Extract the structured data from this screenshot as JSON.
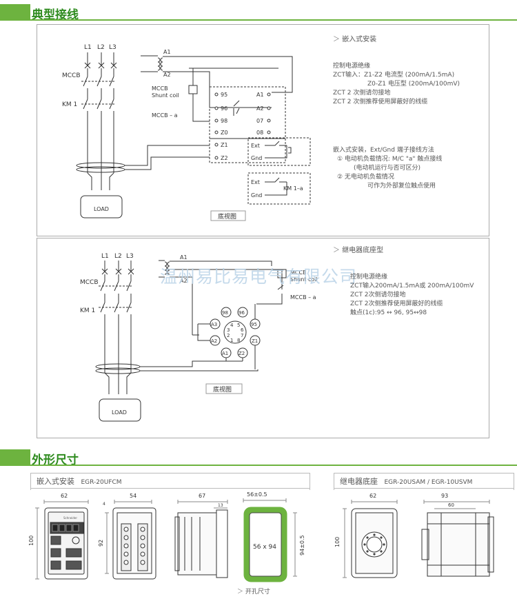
{
  "section1": {
    "title": "典型接线"
  },
  "section2": {
    "title": "外形尺寸"
  },
  "watermark": "温州易比易电气有限公司",
  "diagram1": {
    "phases": [
      "L1",
      "L2",
      "L3"
    ],
    "mccb": "MCCB",
    "km1": "KM 1",
    "load": "LOAD",
    "a1": "A1",
    "a2": "A2",
    "shunt1": "MCCB",
    "shunt2": "Shunt coil",
    "mccb_a": "MCCB – a",
    "terms_left": [
      "95",
      "96",
      "98",
      "Z0",
      "Z1",
      "Z2"
    ],
    "terms_right": [
      "A1",
      "A2",
      "07",
      "08"
    ],
    "ext": "Ext",
    "gnd": "Gnd",
    "ext2": "Ext",
    "gnd2": "Gnd",
    "km1a": "KM 1–a",
    "bottom_view": "底视图",
    "notes_title": "嵌入式安装",
    "notes": [
      "控制电源绝缘",
      "ZCT输入：Z1-Z2  电流型 (200mA/1.5mA)",
      "Z0-Z1  电压型 (200mA/100mV)",
      "ZCT 2 次侧请勿接地",
      "ZCT 2 次侧推荐使用屏蔽好的线缆",
      "嵌入式安装，Ext/Gnd 端子接线方法",
      "① 电动机负载情况: M/C \"a\" 触点接线",
      "(电动机运行与否可区分)",
      "② 无电动机负载情况",
      "可作为外部复位触点使用"
    ]
  },
  "diagram2": {
    "phases": [
      "L1",
      "L2",
      "L3"
    ],
    "mccb": "MCCB",
    "km1": "KM 1",
    "load": "LOAD",
    "a1": "A1",
    "a2": "A2",
    "shunt1": "MCCB",
    "shunt2": "Shunt coil",
    "mccb_a": "MCCB – a",
    "pins": [
      "98",
      "96",
      "A3",
      "95",
      "A2",
      "Z1",
      "A1",
      "Z2"
    ],
    "socket_nums": [
      "4",
      "5",
      "3",
      "6",
      "2",
      "7",
      "1",
      "8"
    ],
    "bottom_view": "底视图",
    "notes_title": "继电器底座型",
    "notes": [
      "控制电源绝缘",
      "ZCT输入200mA/1.5mA或 200mA/100mV",
      "ZCT 2次侧请勿接地",
      "ZCT 2次侧推荐使用屏蔽好的线缆",
      "触点(1c):95 ↔ 96, 95↔98"
    ]
  },
  "dims1": {
    "tab": "嵌入式安装",
    "model": "EGR-20UFCM",
    "w_front": "62",
    "h_front": "100",
    "w_back": "54",
    "h_back": "92",
    "w_side": "67",
    "side_small": "13",
    "side_tiny": "4",
    "cut_w": "56±0.5",
    "cut_h": "94±0.5",
    "cut_label": "56 x 94",
    "cutout": "开孔尺寸",
    "brand": "Schneider"
  },
  "dims2": {
    "tab": "继电器底座",
    "model": "EGR-20USAM / EGR-10USVM",
    "w_front": "62",
    "h_front": "100",
    "w_side": "93",
    "w_side2": "60"
  },
  "colors": {
    "accent": "#6db33f",
    "title": "#2e8b1e",
    "cutout": "#6db33f"
  }
}
